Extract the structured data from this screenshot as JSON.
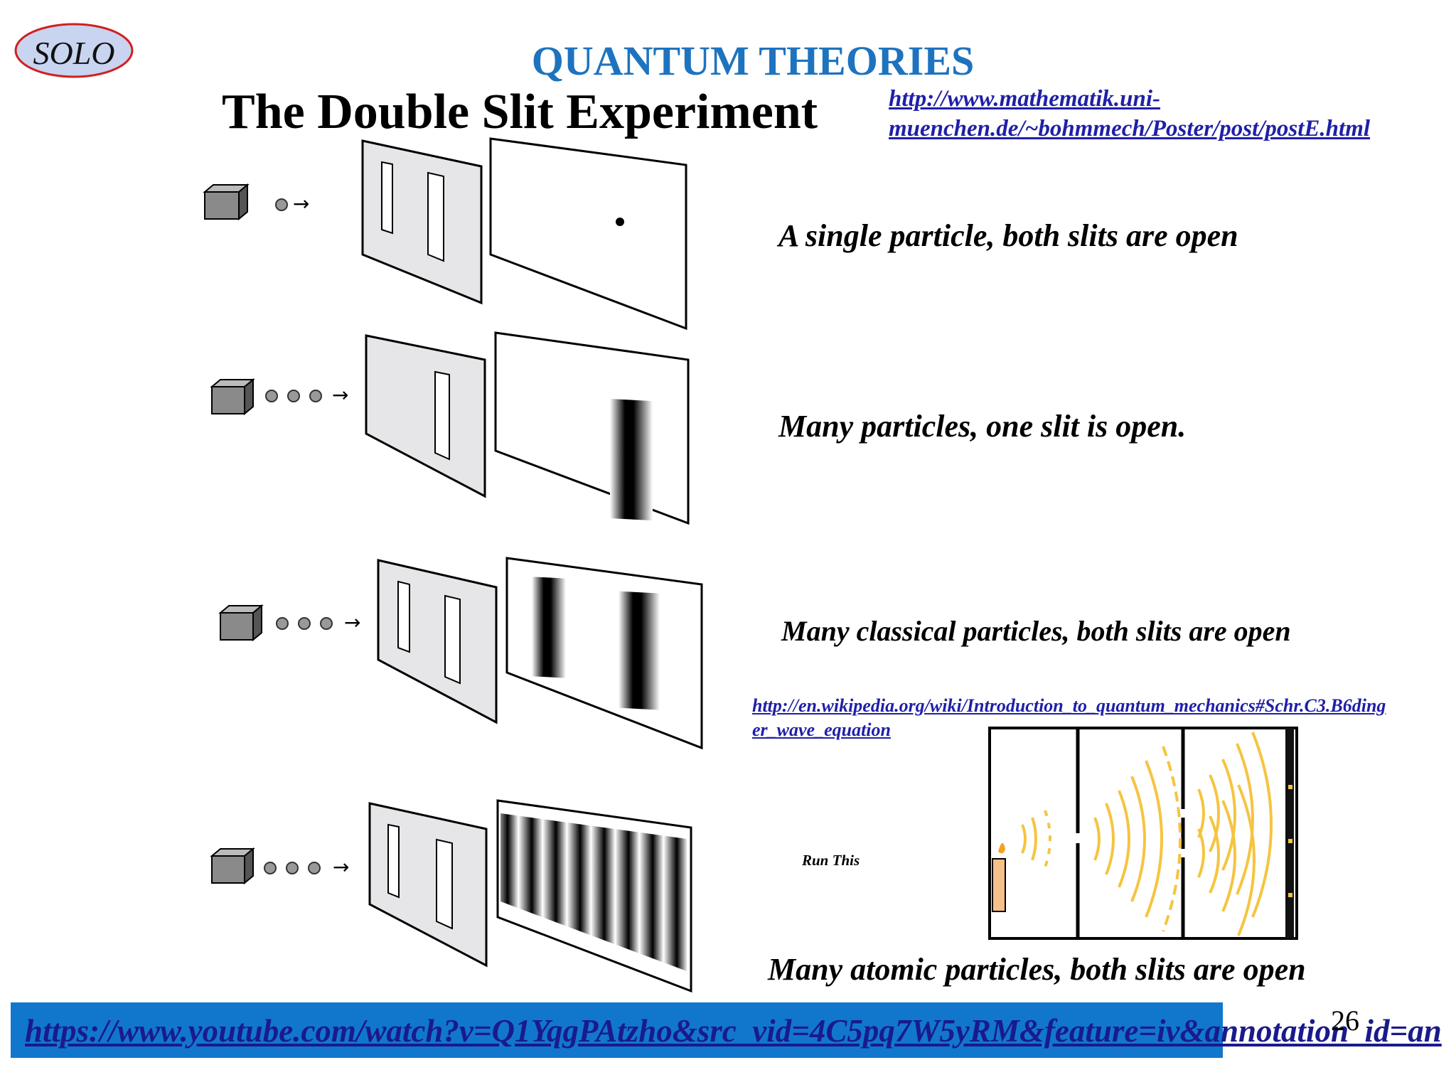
{
  "logo": {
    "text": "SOLO"
  },
  "header": {
    "title": "QUANTUM THEORIES",
    "subtitle": "The Double Slit Experiment",
    "source_url": "http://www.mathematik.uni-muenchen.de/~bohmmech/Poster/post/postE.html",
    "source_url_line1": "http://www.mathematik.uni-",
    "source_url_line2": "muenchen.de/~bohmmech/Poster/post/postE.html"
  },
  "panels": [
    {
      "caption": "A single particle, both slits are open",
      "particles": 1,
      "slits": 2,
      "pattern": "single dot"
    },
    {
      "caption": "Many particles, one slit is open.",
      "particles": 3,
      "slits": 1,
      "pattern": "one band"
    },
    {
      "caption": "Many classical particles, both slits are open",
      "particles": 3,
      "slits": 2,
      "pattern": "two bands"
    },
    {
      "caption": "Many atomic particles, both slits are open",
      "particles": 3,
      "slits": 2,
      "pattern": "interference fringes"
    }
  ],
  "wiki_link": {
    "line1": "http://en.wikipedia.org/wiki/Introduction_to_quantum_mechanics#Schr.C3.B6ding",
    "line2": "er_wave_equation"
  },
  "animation": {
    "label": "Run This"
  },
  "footer": {
    "url": "https://www.youtube.com/watch?v=Q1YqgPAtzho&src_vid=4C5pq7W5yRM&feature=iv&annotation_id=an",
    "page_number": "26"
  },
  "colors": {
    "title": "#1e73be",
    "link": "#1f1fa8",
    "bar": "#1177cc",
    "logo_border": "#d02020",
    "logo_fill": "#c8d4f0",
    "wave": "#f5c440"
  }
}
